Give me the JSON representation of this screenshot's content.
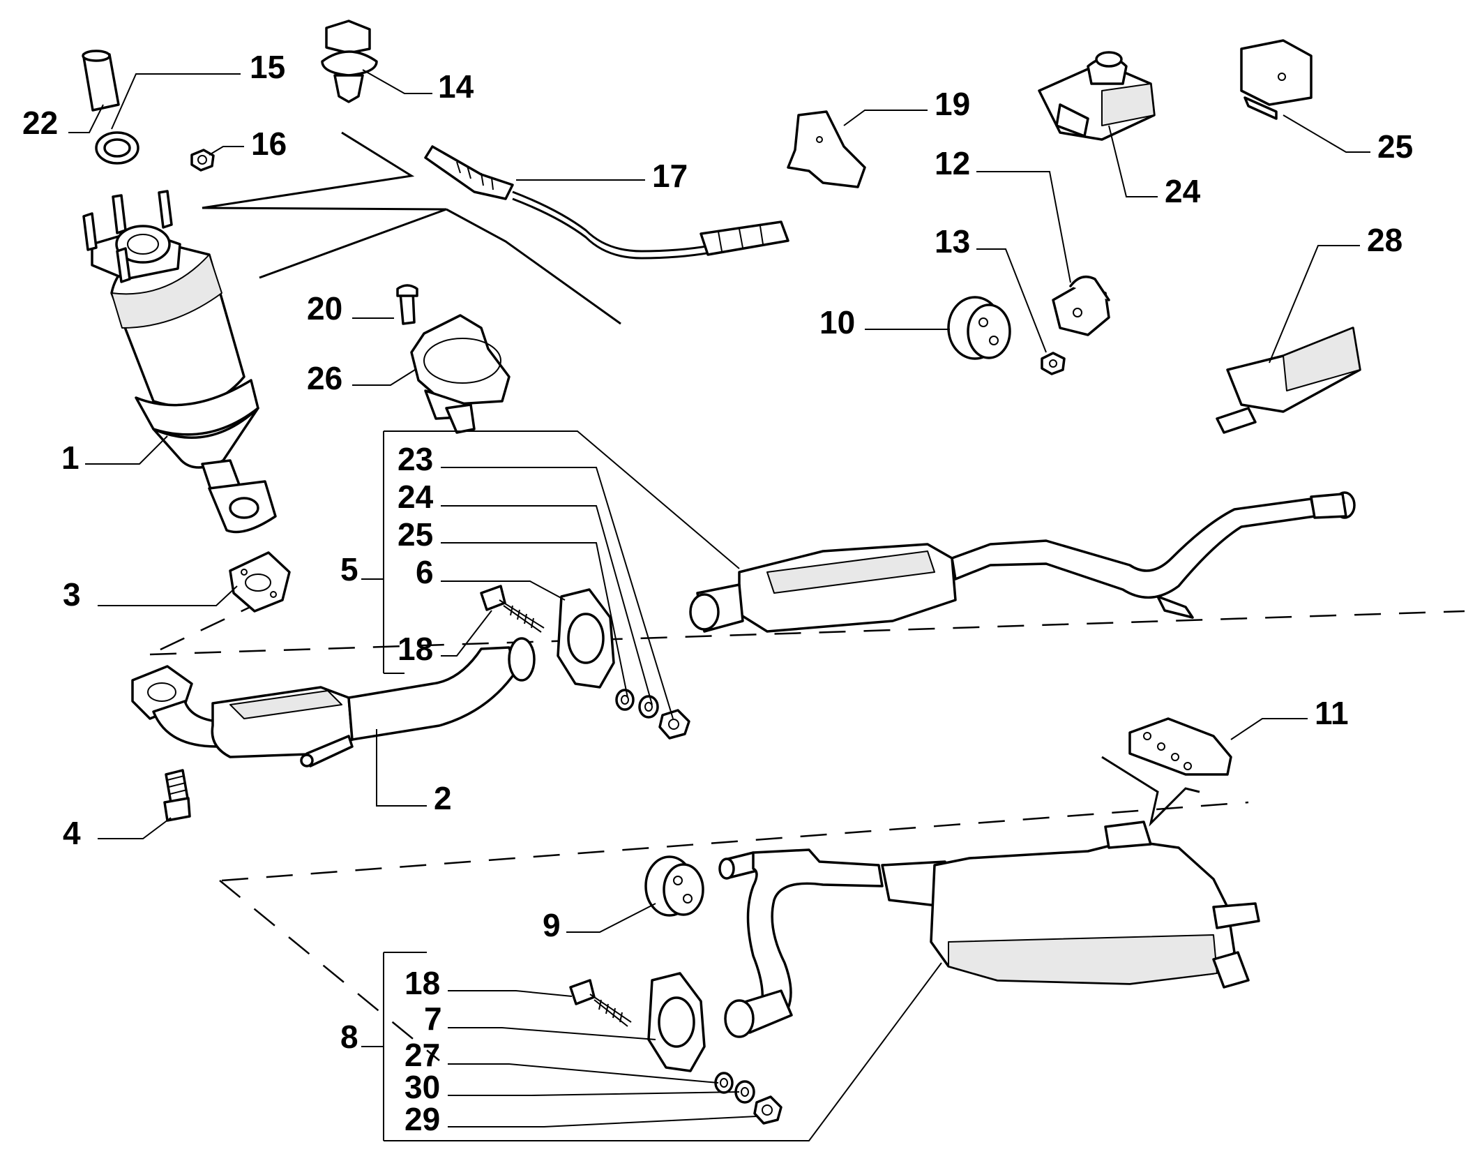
{
  "callouts": [
    {
      "id": "c1",
      "label": "1"
    },
    {
      "id": "c2",
      "label": "2"
    },
    {
      "id": "c3",
      "label": "3"
    },
    {
      "id": "c4",
      "label": "4"
    },
    {
      "id": "c5",
      "label": "5"
    },
    {
      "id": "c6",
      "label": "6"
    },
    {
      "id": "c7",
      "label": "7"
    },
    {
      "id": "c8",
      "label": "8"
    },
    {
      "id": "c9",
      "label": "9"
    },
    {
      "id": "c10",
      "label": "10"
    },
    {
      "id": "c11",
      "label": "11"
    },
    {
      "id": "c12",
      "label": "12"
    },
    {
      "id": "c13",
      "label": "13"
    },
    {
      "id": "c14",
      "label": "14"
    },
    {
      "id": "c15",
      "label": "15"
    },
    {
      "id": "c16",
      "label": "16"
    },
    {
      "id": "c17",
      "label": "17"
    },
    {
      "id": "c18a",
      "label": "18"
    },
    {
      "id": "c18b",
      "label": "18"
    },
    {
      "id": "c19",
      "label": "19"
    },
    {
      "id": "c20",
      "label": "20"
    },
    {
      "id": "c22",
      "label": "22"
    },
    {
      "id": "c23",
      "label": "23"
    },
    {
      "id": "c24a",
      "label": "24"
    },
    {
      "id": "c24b",
      "label": "24"
    },
    {
      "id": "c25a",
      "label": "25"
    },
    {
      "id": "c25b",
      "label": "25"
    },
    {
      "id": "c26",
      "label": "26"
    },
    {
      "id": "c27",
      "label": "27"
    },
    {
      "id": "c28",
      "label": "28"
    },
    {
      "id": "c29",
      "label": "29"
    },
    {
      "id": "c30",
      "label": "30"
    }
  ]
}
